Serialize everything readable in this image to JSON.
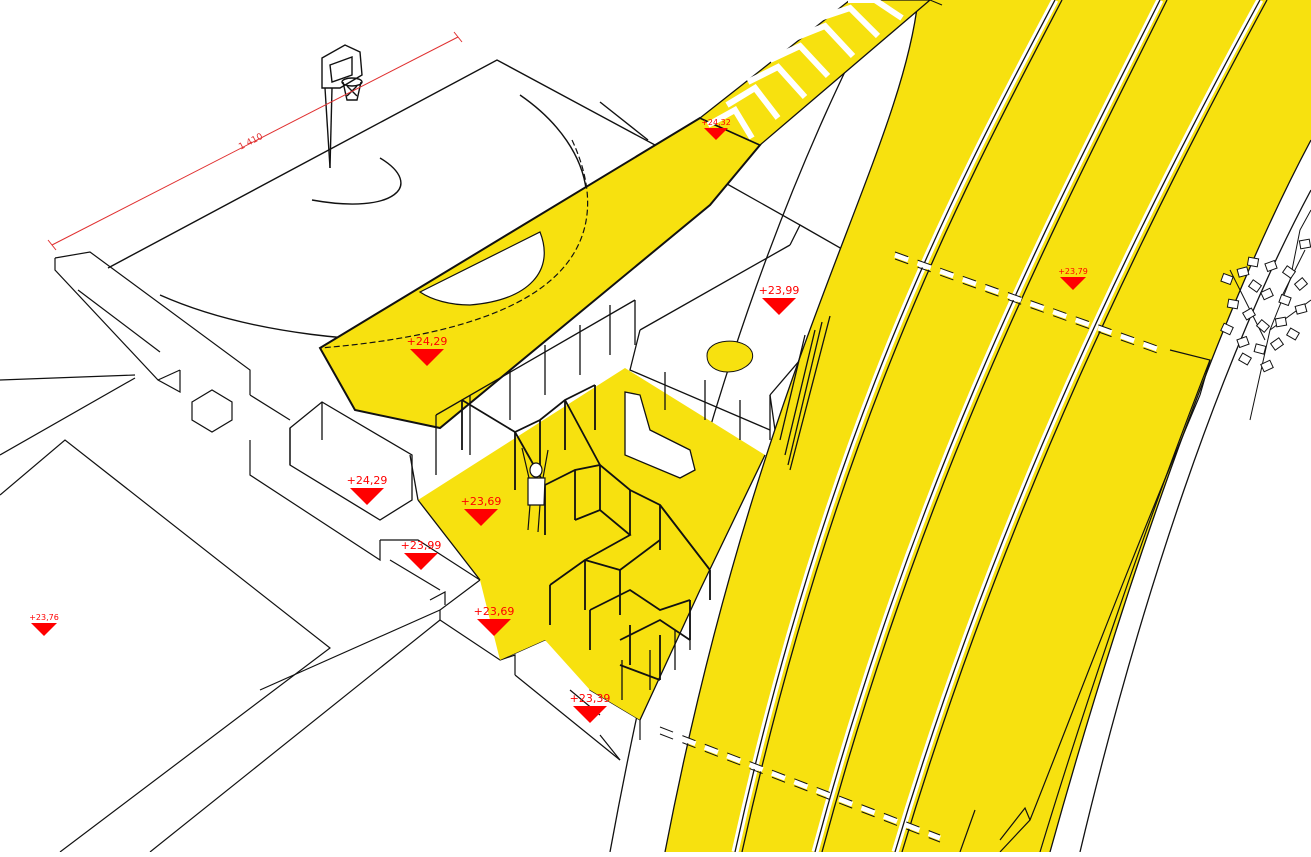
{
  "colors": {
    "accent_yellow": "#F7E10F",
    "marker_red": "#FF0000",
    "line": "#111111",
    "dimension": "#E03030",
    "background": "#FFFFFF"
  },
  "dimension": {
    "label": "1 410"
  },
  "elevations": [
    {
      "id": "elev-24-32",
      "label": "+24,32"
    },
    {
      "id": "elev-24-29-ramp",
      "label": "+24,29"
    },
    {
      "id": "elev-23-99-terrace",
      "label": "+23,99"
    },
    {
      "id": "elev-23-79",
      "label": "+23,79"
    },
    {
      "id": "elev-24-29-wall",
      "label": "+24,29"
    },
    {
      "id": "elev-23-69-pit",
      "label": "+23,69"
    },
    {
      "id": "elev-23-99-step",
      "label": "+23,99"
    },
    {
      "id": "elev-23-69-low",
      "label": "+23,69"
    },
    {
      "id": "elev-23-39",
      "label": "+23,39"
    },
    {
      "id": "elev-23-76",
      "label": "+23,76"
    }
  ],
  "icons": {
    "basketball_hoop": "basketball-hoop-icon",
    "person": "climbing-person-icon",
    "tree": "tree-icon"
  }
}
